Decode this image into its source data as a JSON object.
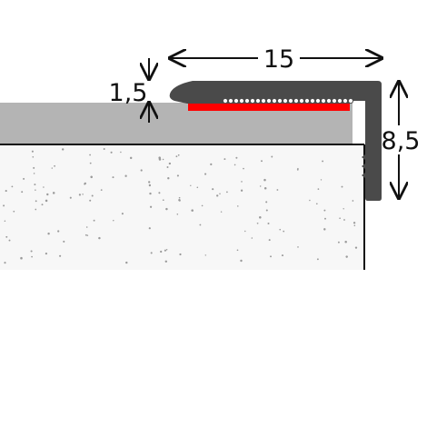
{
  "dimensions": {
    "width_label": "15",
    "height_label": "8,5",
    "thickness_label": "1,5"
  },
  "colors": {
    "profile": "#4a4a4a",
    "floor_covering": "#b4b4b4",
    "adhesive_strip": "#ff0000",
    "screed": "#f7f7f7",
    "screed_dots": "#9a9a9a",
    "lines": "#111111"
  }
}
